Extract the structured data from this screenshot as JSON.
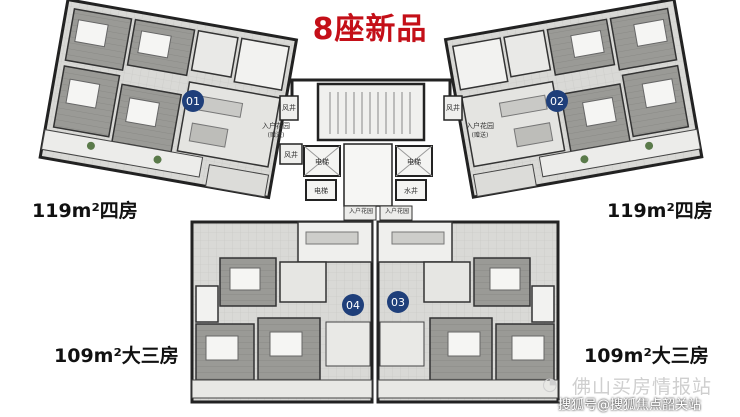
{
  "title": "8座新品",
  "units": [
    {
      "badge": "01",
      "label": "119m²四房"
    },
    {
      "badge": "02",
      "label": "119m²四房"
    },
    {
      "badge": "03",
      "label": "109m²大三房"
    },
    {
      "badge": "04",
      "label": "109m²大三房"
    }
  ],
  "room_labels": {
    "elevator": "电梯",
    "entry_garden": "入户花园",
    "entry_garden_sub": "(赠送)",
    "wind_well": "风井",
    "water_well": "水井"
  },
  "watermark": {
    "main": "佛山买房情报站",
    "sub": "搜狐号@搜狐焦点韶关站"
  },
  "colors": {
    "title": "#c40f18",
    "badge": "#1f3f7a"
  }
}
